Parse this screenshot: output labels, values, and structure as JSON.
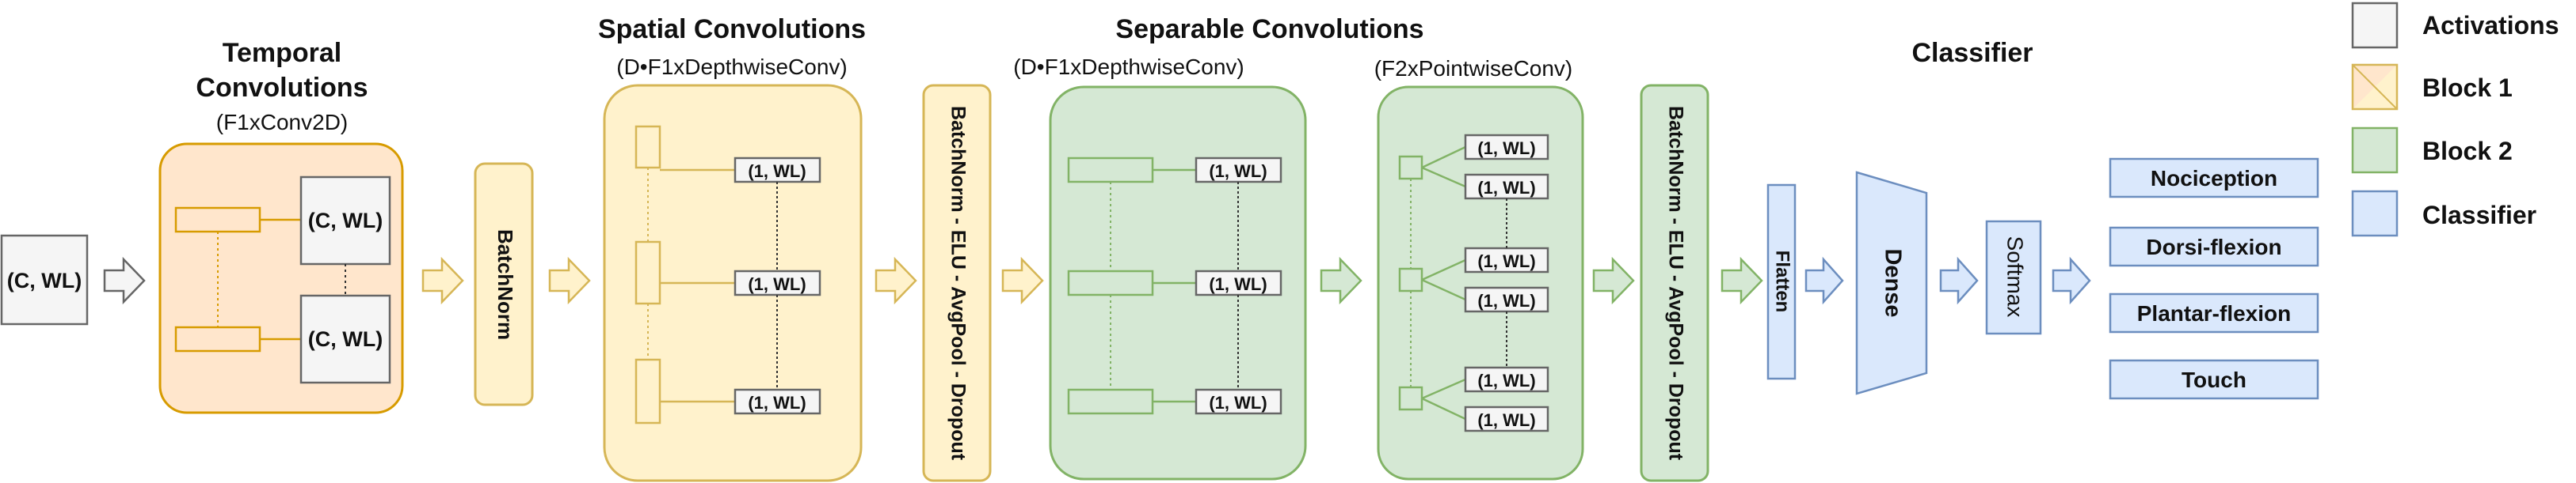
{
  "headers": {
    "temporal_title_1": "Temporal",
    "temporal_title_2": "Convolutions",
    "temporal_sub": "(F1xConv2D)",
    "spatial_title": "Spatial Convolutions",
    "spatial_sub": "(D•F1xDepthwiseConv)",
    "separable_title": "Separable Convolutions",
    "separable_sub_left": "(D•F1xDepthwiseConv)",
    "separable_sub_right": "(F2xPointwiseConv)",
    "classifier_title": "Classifier"
  },
  "input": {
    "label": "(C, WL)"
  },
  "temporal": {
    "activation_top": "(C, WL)",
    "activation_bottom": "(C, WL)"
  },
  "batchnorm": {
    "label": "BatchNorm"
  },
  "spatial": {
    "outputs": [
      "(1, WL)",
      "(1, WL)",
      "(1, WL)"
    ]
  },
  "block1_post": {
    "label": "BatchNorm - ELU - AvgPool - Dropout"
  },
  "depthwise": {
    "outputs": [
      "(1, WL)",
      "(1, WL)",
      "(1, WL)"
    ]
  },
  "pointwise": {
    "outputs": [
      "(1, WL)",
      "(1, WL)",
      "(1, WL)",
      "(1, WL)",
      "(1, WL)",
      "(1, WL)"
    ]
  },
  "block2_post": {
    "label": "BatchNorm - ELU - AvgPool - Dropout"
  },
  "classifier": {
    "flatten": "Flatten",
    "dense": "Dense",
    "softmax": "Softmax",
    "classes": [
      "Nociception",
      "Dorsi-flexion",
      "Plantar-flexion",
      "Touch"
    ]
  },
  "legend": {
    "items": [
      {
        "label": "Activations",
        "fill": "#f5f5f5",
        "stroke": "#666666"
      },
      {
        "label": "Block 1",
        "fill": "#ffe6cc",
        "stroke": "#d6b656"
      },
      {
        "label": "Block 2",
        "fill": "#d5e8d4",
        "stroke": "#82b366"
      },
      {
        "label": "Classifier",
        "fill": "#dae8fc",
        "stroke": "#6c8ebf"
      }
    ]
  },
  "colors": {
    "block1_orange_fill": "#ffe6cc",
    "block1_orange_stroke": "#d79b00",
    "block1_yellow_fill": "#fff2cc",
    "block1_yellow_stroke": "#d6b656",
    "block2_fill": "#d5e8d4",
    "block2_stroke": "#82b366",
    "classifier_fill": "#dae8fc",
    "classifier_stroke": "#6c8ebf",
    "activation_fill": "#f5f5f5",
    "activation_stroke": "#666666"
  }
}
